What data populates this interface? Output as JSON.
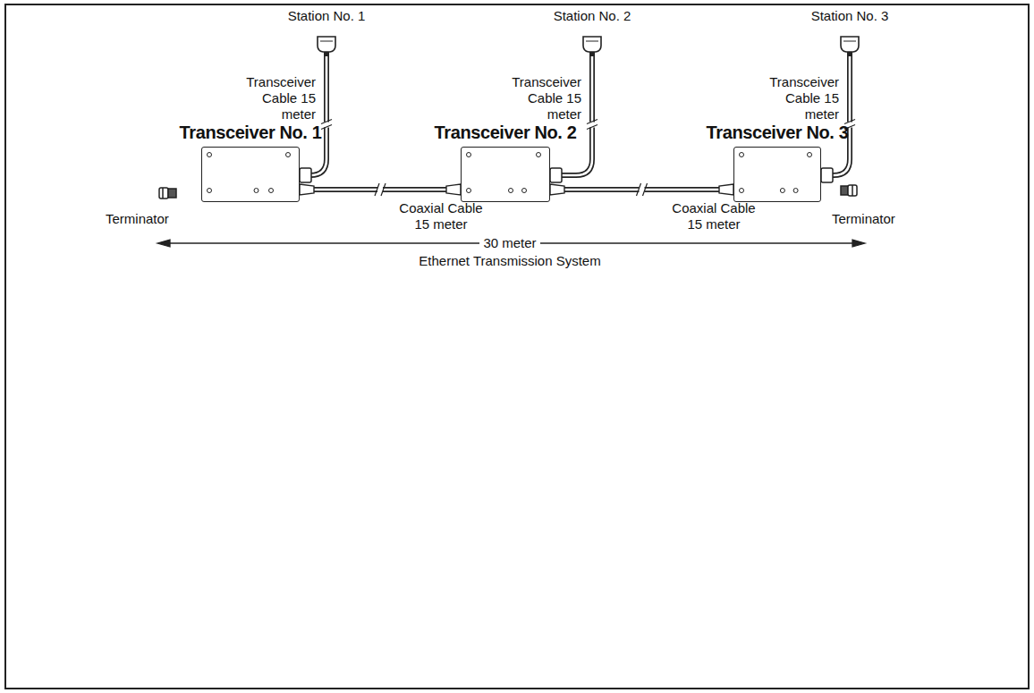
{
  "diagram": {
    "nodes": [
      {
        "text": [
          "Station No. 1"
        ]
      },
      {
        "text": [
          "Station No. 2"
        ]
      },
      {
        "text": [
          "Station No. 3"
        ]
      },
      {
        "text": [
          "Transceiver No. 1"
        ]
      },
      {
        "text": [
          "Transceiver No. 2"
        ]
      },
      {
        "text": [
          "Transceiver No. 3"
        ]
      }
    ],
    "edges": [
      {
        "from": 0,
        "to": 3,
        "arrow": "none",
        "label": "Transceiver Cable 15 meter"
      },
      {
        "from": 1,
        "to": 4,
        "arrow": "none",
        "label": "Transceiver Cable 15 meter"
      },
      {
        "from": 2,
        "to": 5,
        "arrow": "none",
        "label": "Transceiver Cable 15 meter"
      },
      {
        "from": 3,
        "to": 4,
        "arrow": "none",
        "label": "Coaxial Cable 15 meter"
      },
      {
        "from": 4,
        "to": 5,
        "arrow": "none",
        "label": "Coaxial Cable 15 meter"
      }
    ],
    "labels": [
      "Terminator",
      "Terminator",
      "30 meter",
      "Ethernet Transmission System"
    ]
  }
}
